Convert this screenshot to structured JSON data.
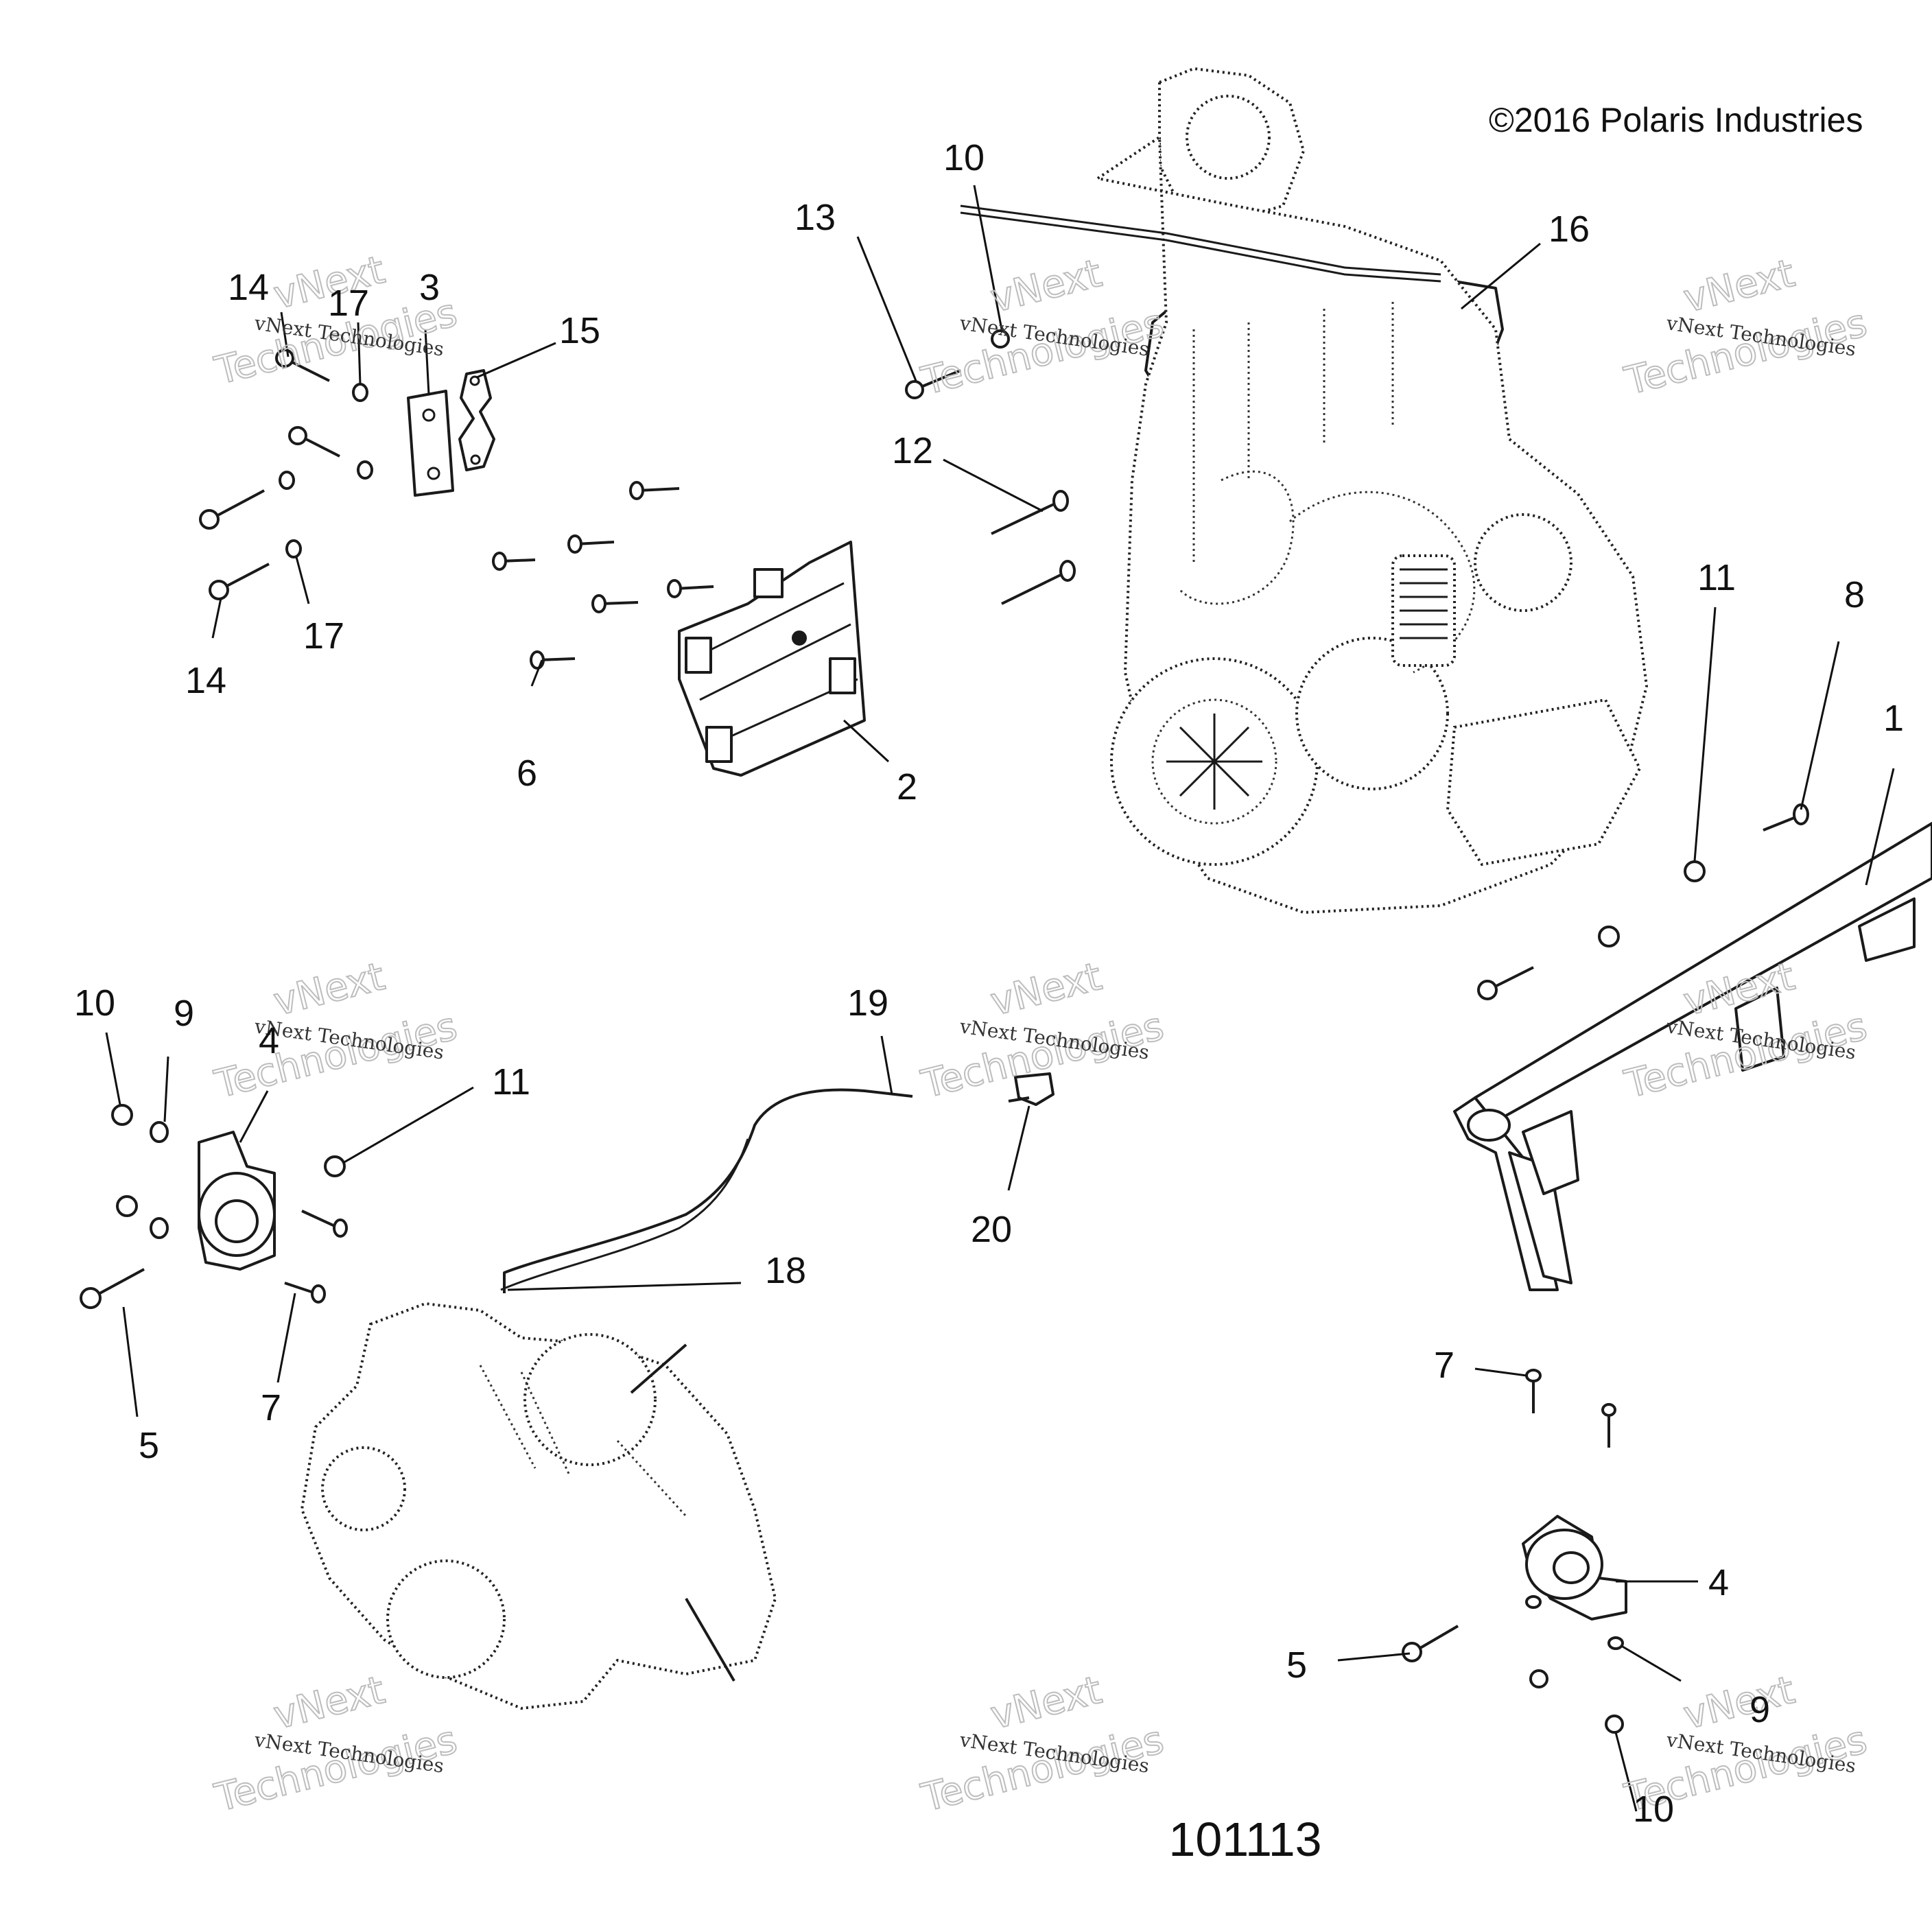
{
  "copyright": "©2016 Polaris Industries",
  "diagram_number": "101113",
  "watermark": {
    "line1": "vNext Technologies",
    "line2": "vNext",
    "line3": "Technologies"
  },
  "callouts": {
    "c1": "1",
    "c2": "2",
    "c3": "3",
    "c4a": "4",
    "c4b": "4",
    "c5a": "5",
    "c5b": "5",
    "c6": "6",
    "c7a": "7",
    "c7b": "7",
    "c8": "8",
    "c9a": "9",
    "c9b": "9",
    "c10a": "10",
    "c10b": "10",
    "c10c": "10",
    "c11a": "11",
    "c11b": "11",
    "c12": "12",
    "c13": "13",
    "c14a": "14",
    "c14b": "14",
    "c15": "15",
    "c16": "16",
    "c17a": "17",
    "c17b": "17",
    "c18": "18",
    "c19": "19",
    "c20": "20"
  },
  "parts": [
    {
      "ref": "1",
      "name": "frame-crossmember"
    },
    {
      "ref": "2",
      "name": "engine-mount-bracket"
    },
    {
      "ref": "3",
      "name": "mount-plate"
    },
    {
      "ref": "4",
      "name": "rubber-isolator-mount"
    },
    {
      "ref": "5",
      "name": "bolt"
    },
    {
      "ref": "6",
      "name": "bolt"
    },
    {
      "ref": "7",
      "name": "bolt"
    },
    {
      "ref": "8",
      "name": "bolt"
    },
    {
      "ref": "9",
      "name": "washer"
    },
    {
      "ref": "10",
      "name": "nut"
    },
    {
      "ref": "11",
      "name": "flange-nut"
    },
    {
      "ref": "12",
      "name": "bolt"
    },
    {
      "ref": "13",
      "name": "bolt"
    },
    {
      "ref": "14",
      "name": "bolt"
    },
    {
      "ref": "15",
      "name": "link-bracket"
    },
    {
      "ref": "16",
      "name": "engine-assembly"
    },
    {
      "ref": "17",
      "name": "washer"
    },
    {
      "ref": "18",
      "name": "vent-hose"
    },
    {
      "ref": "19",
      "name": "vent-hose"
    },
    {
      "ref": "20",
      "name": "vent-fitting"
    }
  ]
}
